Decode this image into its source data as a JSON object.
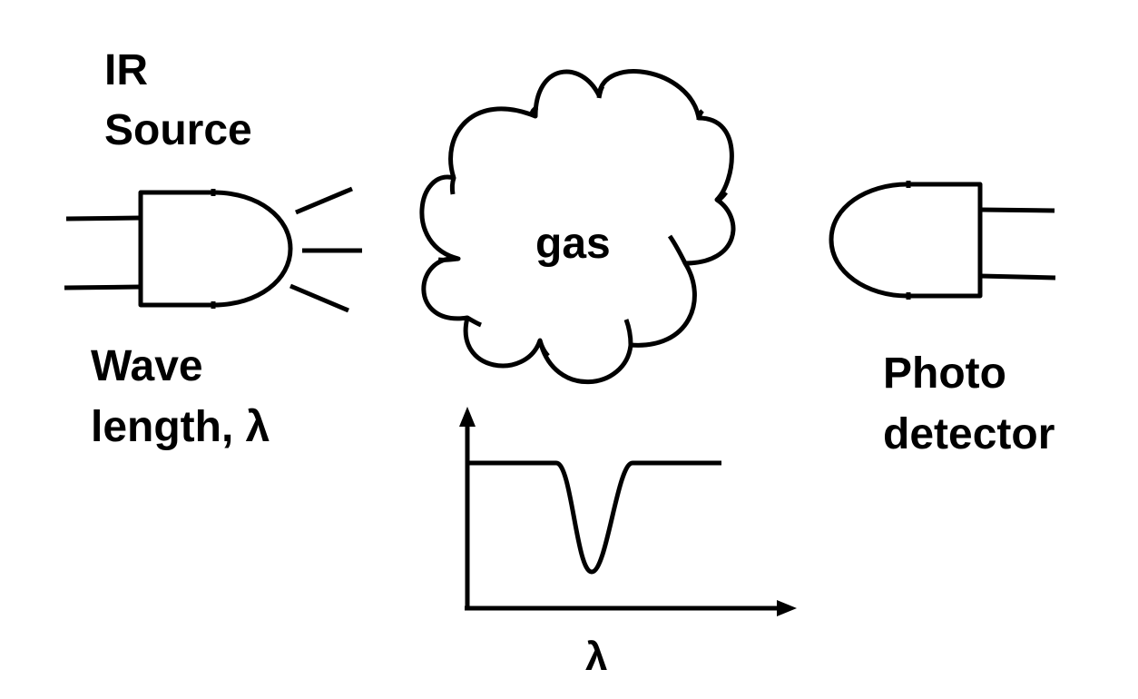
{
  "labels": {
    "source_line1": "IR",
    "source_line2": "Source",
    "wave_line1": "Wave",
    "wave_line2": "length, λ",
    "gas": "gas",
    "detector_line1": "Photo",
    "detector_line2": "detector",
    "axis_lambda": "λ"
  },
  "colors": {
    "ink": "#000000",
    "background": "#ffffff"
  }
}
